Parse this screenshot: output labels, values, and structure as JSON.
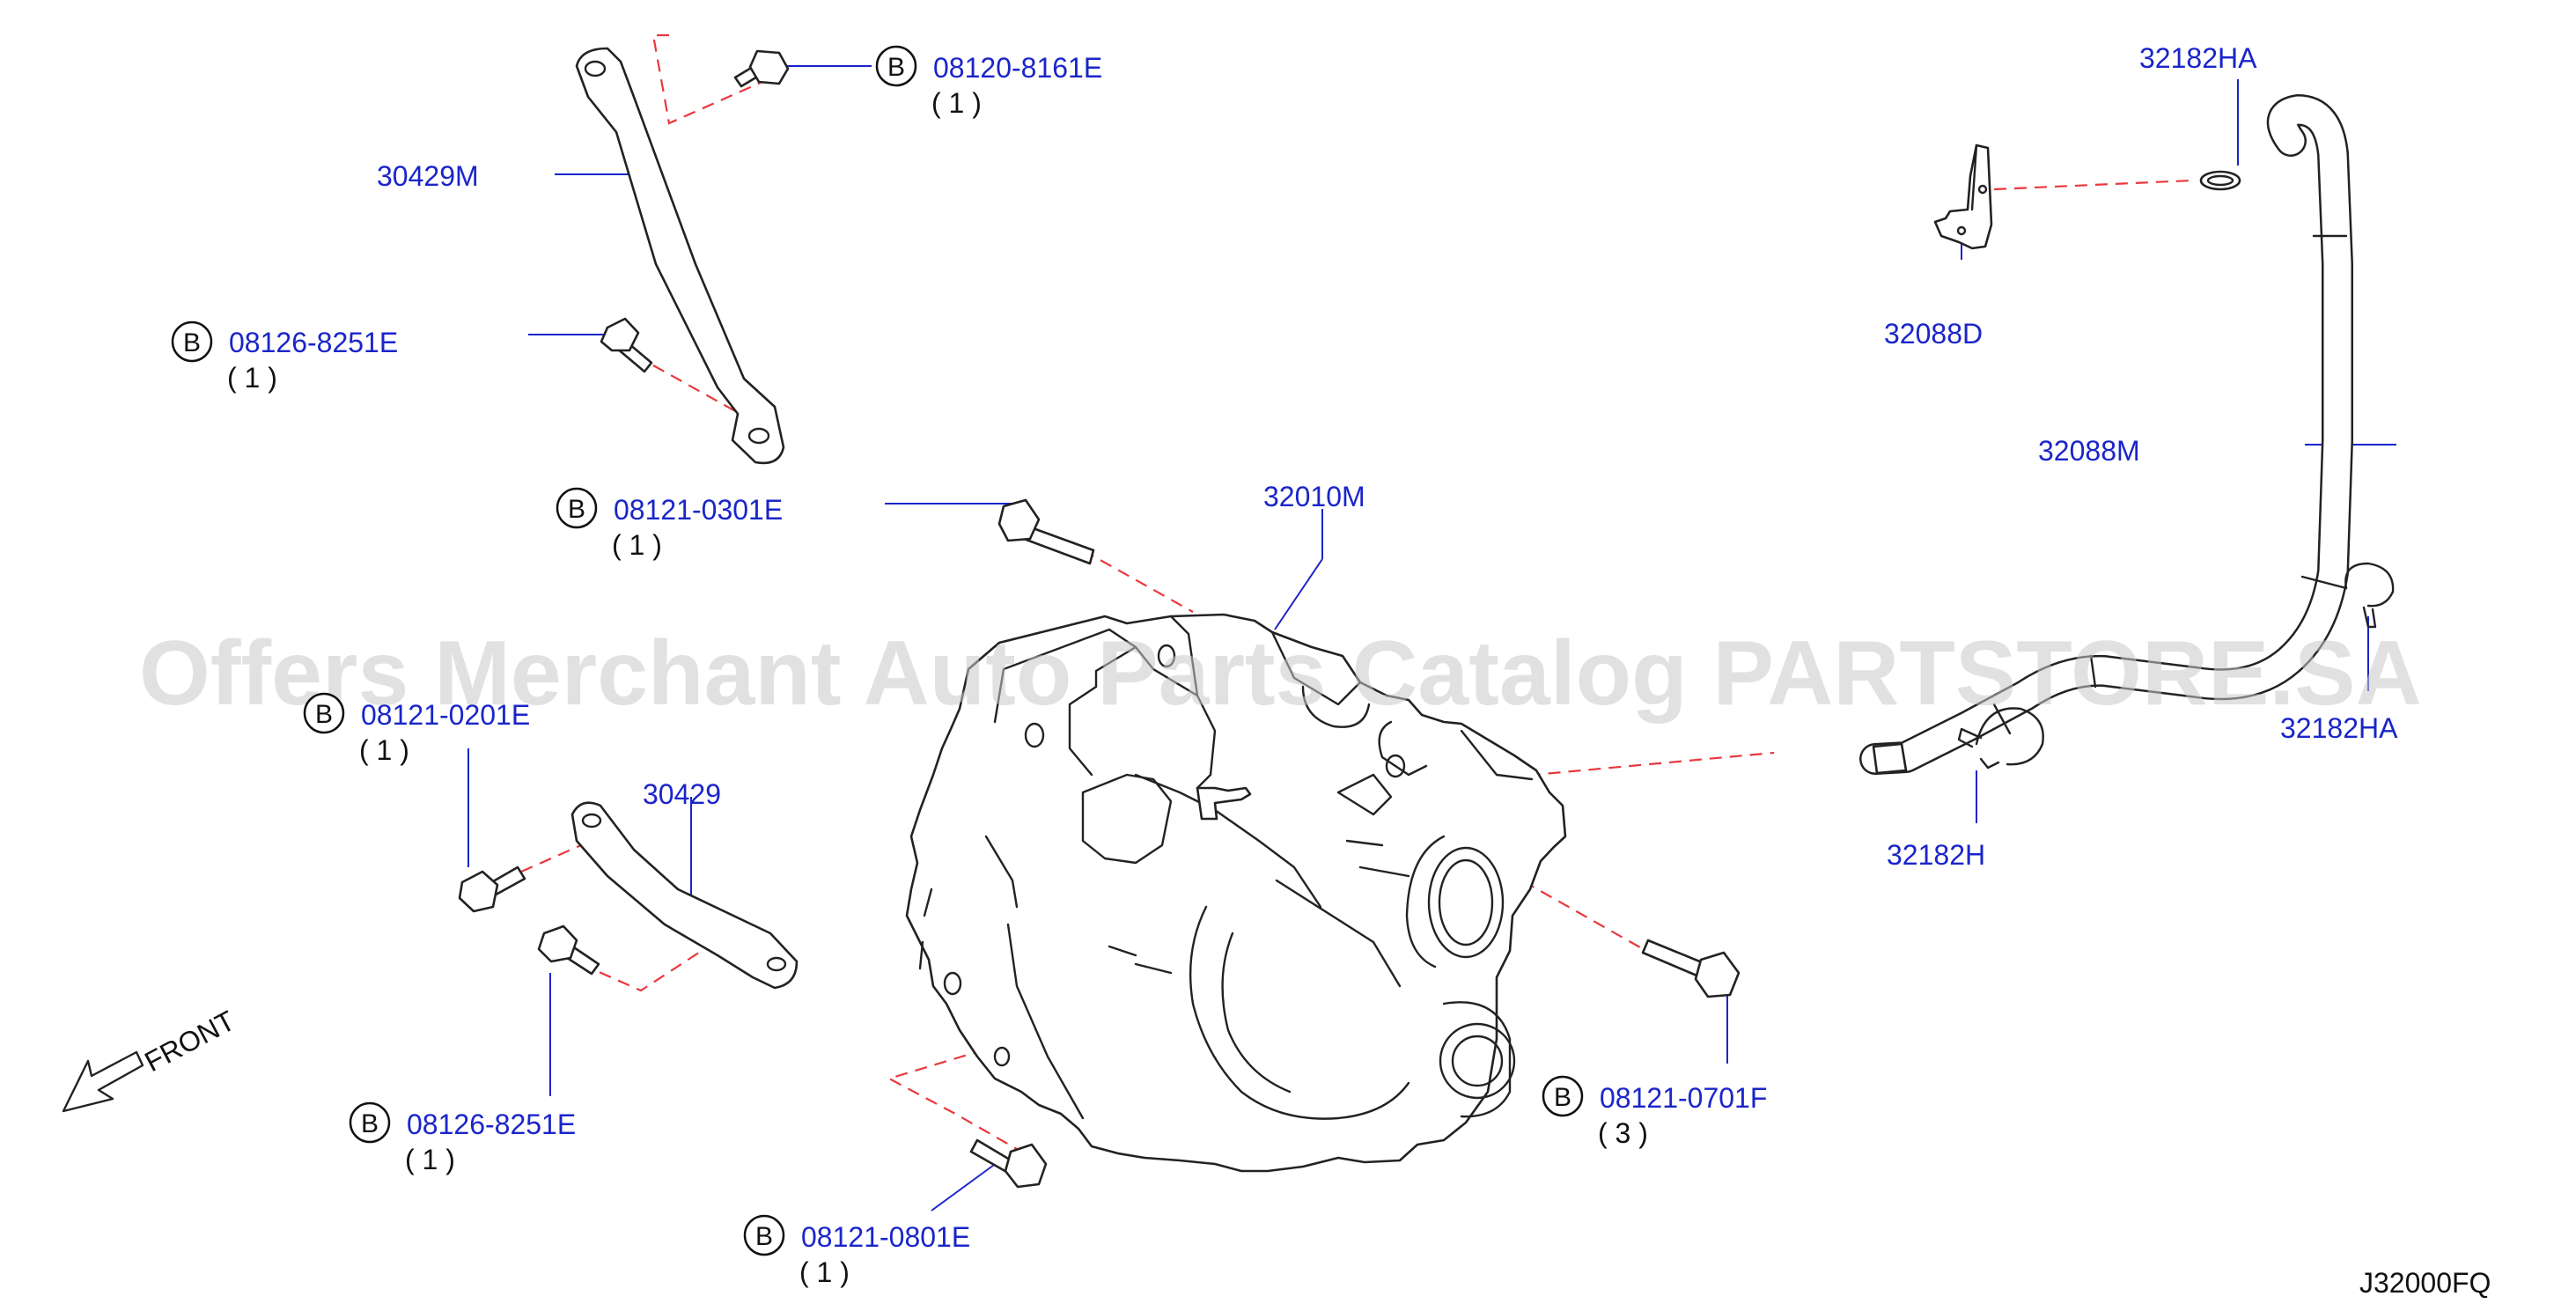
{
  "watermark": "Offers Merchant Auto Parts Catalog PARTSTORE.SA",
  "diagram_code": "J32000FQ",
  "front_label": "FRONT",
  "bolt_marker": "B",
  "parts": {
    "p30429M": "30429M",
    "p30429": "30429",
    "p32010M": "32010M",
    "p32088D": "32088D",
    "p32088M": "32088M",
    "p32182HA_top": "32182HA",
    "p32182HA_right": "32182HA",
    "p32182H": "32182H"
  },
  "bolts": {
    "b1": {
      "code": "08120-8161E",
      "qty": "( 1 )"
    },
    "b2": {
      "code": "08126-8251E",
      "qty": "( 1 )"
    },
    "b3": {
      "code": "08121-0301E",
      "qty": "( 1 )"
    },
    "b4": {
      "code": "08121-0201E",
      "qty": "( 1 )"
    },
    "b5": {
      "code": "08126-8251E",
      "qty": "( 1 )"
    },
    "b6": {
      "code": "08121-0701F",
      "qty": "( 3 )"
    },
    "b7": {
      "code": "08121-0801E",
      "qty": "( 1 )"
    }
  },
  "colors": {
    "label": "#1a25c9",
    "dashed_line": "#e8383d",
    "linework": "#222222",
    "watermark": "#c9c9c9"
  }
}
